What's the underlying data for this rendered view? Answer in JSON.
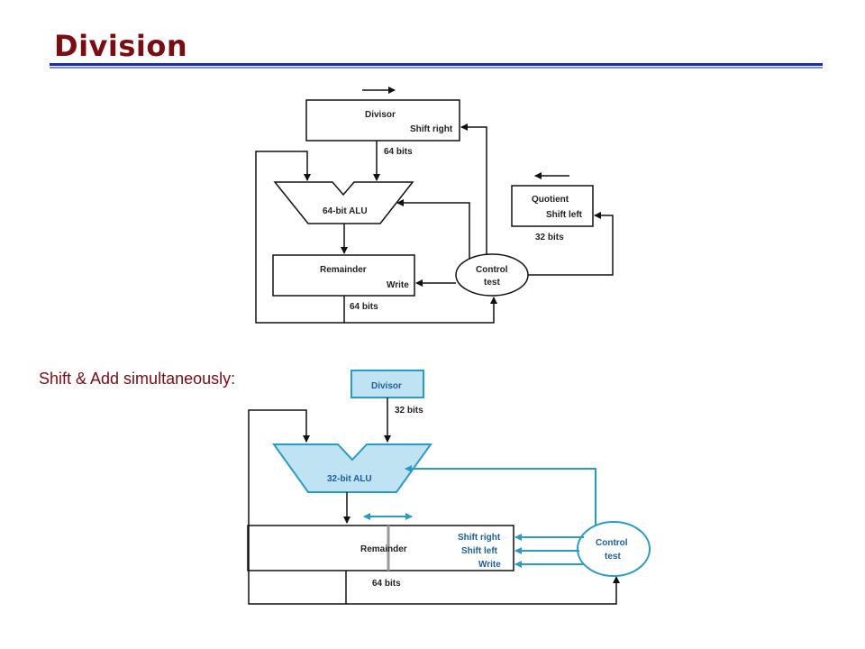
{
  "page": {
    "title": "Division",
    "subtitle": "Shift & Add simultaneously:"
  },
  "diagram1": {
    "divisor_label": "Divisor",
    "divisor_action": "Shift right",
    "divisor_bits": "64 bits",
    "alu_label": "64-bit ALU",
    "remainder_label": "Remainder",
    "remainder_action": "Write",
    "remainder_bits": "64 bits",
    "quotient_label": "Quotient",
    "quotient_action": "Shift left",
    "quotient_bits": "32 bits",
    "control_line1": "Control",
    "control_line2": "test"
  },
  "diagram2": {
    "divisor_label": "Divisor",
    "divisor_bits": "32 bits",
    "alu_label": "32-bit ALU",
    "remainder_label": "Remainder",
    "action_shift_right": "Shift right",
    "action_shift_left": "Shift left",
    "action_write": "Write",
    "remainder_bits": "64 bits",
    "control_line1": "Control",
    "control_line2": "test"
  },
  "colors": {
    "title": "#7a0c12",
    "rule": "#1a2ea8",
    "accent_blue": "#2a9bc8",
    "accent_fill": "#bfe3f2"
  }
}
